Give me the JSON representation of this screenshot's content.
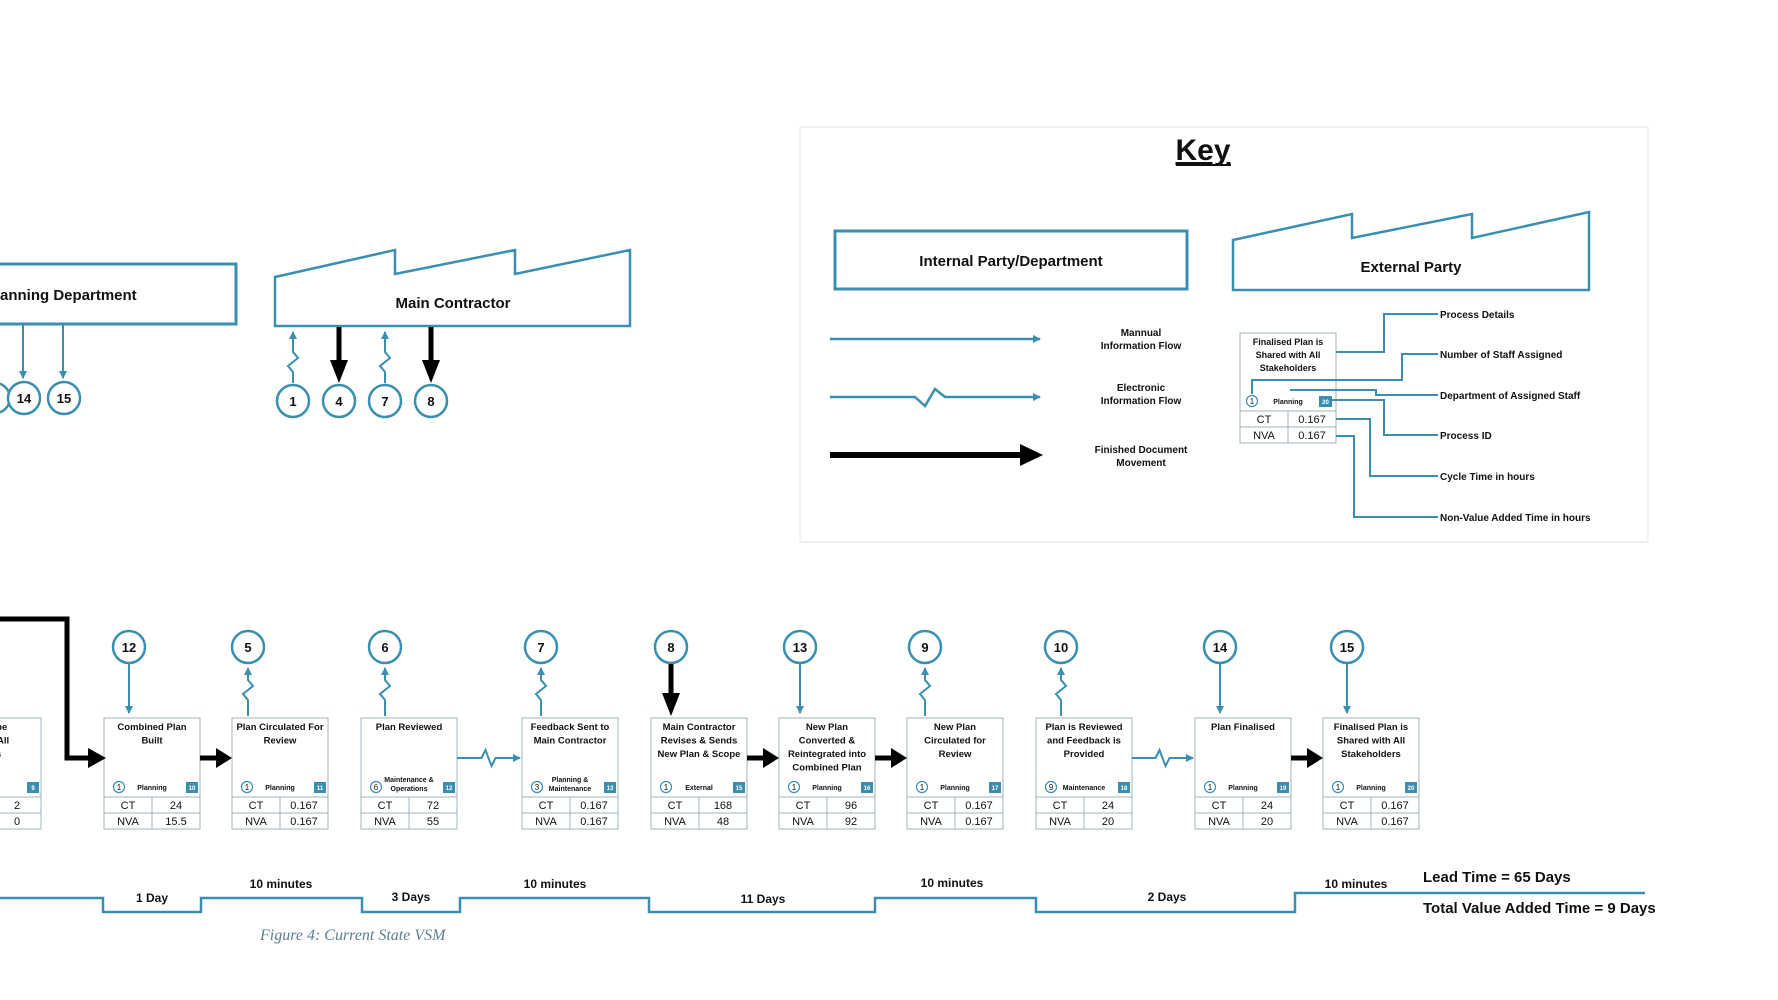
{
  "key": {
    "title": "Key",
    "internal_label": "Internal Party/Department",
    "external_label": "External Party",
    "flows": [
      {
        "label_line1": "Mannual",
        "label_line2": "Information Flow"
      },
      {
        "label_line1": "Electronic",
        "label_line2": "Information Flow"
      },
      {
        "label_line1": "Finished Document",
        "label_line2": "Movement"
      }
    ],
    "example": {
      "title": [
        "Finalised Plan is",
        "Shared with All",
        "Stakeholders"
      ],
      "staff": "1",
      "dept": "Planning",
      "id": "20",
      "ct_label": "CT",
      "ct": "0.167",
      "nva_label": "NVA",
      "nva": "0.167"
    },
    "callouts": [
      "Process Details",
      "Number of Staff Assigned",
      "Department of Assigned Staff",
      "Process ID",
      "Cycle Time in hours",
      "Non-Value Added Time in hours"
    ]
  },
  "parties": {
    "planning": "anning Department",
    "contractor": "Main Contractor",
    "planning_circles": [
      "14",
      "15"
    ],
    "contractor_circles": [
      "1",
      "4",
      "7",
      "8"
    ]
  },
  "processes": [
    {
      "num": "",
      "title": [
        "Scope",
        "rom All",
        "nes"
      ],
      "staff": "",
      "dept": "ing",
      "id": "9",
      "ct": "2",
      "nva": "0"
    },
    {
      "num": "12",
      "title": [
        "Combined Plan",
        "Built"
      ],
      "staff": "1",
      "dept": "Planning",
      "id": "10",
      "ct": "24",
      "nva": "15.5"
    },
    {
      "num": "5",
      "title": [
        "Plan Circulated For",
        "Review"
      ],
      "staff": "1",
      "dept": "Planning",
      "id": "11",
      "ct": "0.167",
      "nva": "0.167"
    },
    {
      "num": "6",
      "title": [
        "Plan Reviewed"
      ],
      "staff": "6",
      "dept": "Maintenance & Operations",
      "id": "12",
      "ct": "72",
      "nva": "55"
    },
    {
      "num": "7",
      "title": [
        "Feedback Sent to",
        "Main Contractor"
      ],
      "staff": "3",
      "dept": "Planning & Maintenance",
      "id": "13",
      "ct": "0.167",
      "nva": "0.167"
    },
    {
      "num": "8",
      "title": [
        "Main Contractor",
        "Revises & Sends",
        "New Plan & Scope"
      ],
      "staff": "1",
      "dept": "External",
      "id": "15",
      "ct": "168",
      "nva": "48"
    },
    {
      "num": "13",
      "title": [
        "New Plan",
        "Converted &",
        "Reintegrated into",
        "Combined Plan"
      ],
      "staff": "1",
      "dept": "Planning",
      "id": "16",
      "ct": "96",
      "nva": "92"
    },
    {
      "num": "9",
      "title": [
        "New Plan",
        "Circulated for",
        "Review"
      ],
      "staff": "1",
      "dept": "Planning",
      "id": "17",
      "ct": "0.167",
      "nva": "0.167"
    },
    {
      "num": "10",
      "title": [
        "Plan is Reviewed",
        "and Feedback is",
        "Provided"
      ],
      "staff": "9",
      "dept": "Maintenance",
      "id": "18",
      "ct": "24",
      "nva": "20"
    },
    {
      "num": "14",
      "title": [
        "Plan Finalised"
      ],
      "staff": "1",
      "dept": "Planning",
      "id": "19",
      "ct": "24",
      "nva": "20"
    },
    {
      "num": "15",
      "title": [
        "Finalised Plan is",
        "Shared with All",
        "Stakeholders"
      ],
      "staff": "1",
      "dept": "Planning",
      "id": "20",
      "ct": "0.167",
      "nva": "0.167"
    }
  ],
  "labels": {
    "ct": "CT",
    "nva": "NVA"
  },
  "timeline": {
    "segments": [
      "1 Day",
      "10 minutes",
      "3 Days",
      "10 minutes",
      "11 Days",
      "10 minutes",
      "2 Days",
      "10 minutes"
    ],
    "lead_time": "Lead Time = 65 Days",
    "value_added": "Total Value Added Time = 9 Days"
  },
  "caption": "Figure 4: Current State VSM",
  "colors": {
    "accent": "#3a8fb0",
    "box_border": "#9fb3bd",
    "ink": "#111111",
    "caption": "#5b7f8f"
  }
}
